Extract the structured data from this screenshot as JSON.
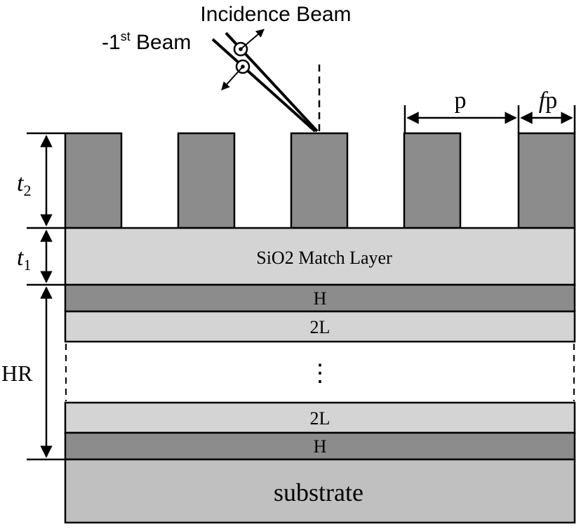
{
  "beams": {
    "incidence_label": "Incidence Beam",
    "first_order_prefix": "-1",
    "first_order_sup": "st",
    "first_order_suffix": " Beam"
  },
  "dimensions": {
    "period_label": "p",
    "fill_italic": "f",
    "fill_rest": "p",
    "t2_var": "t",
    "t2_sub": "2",
    "t1_var": "t",
    "t1_sub": "1",
    "hr_label": "HR"
  },
  "layers": {
    "match_layer": "SiO2 Match Layer",
    "h_top": "H",
    "l_top": "2L",
    "ellipsis": "⋮",
    "l_bottom": "2L",
    "h_bottom": "H",
    "substrate": "substrate"
  },
  "colors": {
    "grating": "#8c8c8c",
    "match_layer": "#d4d4d4",
    "high_index": "#8c8c8c",
    "low_index": "#d4d4d4",
    "substrate": "#c0c0c0",
    "stroke": "#000000"
  }
}
